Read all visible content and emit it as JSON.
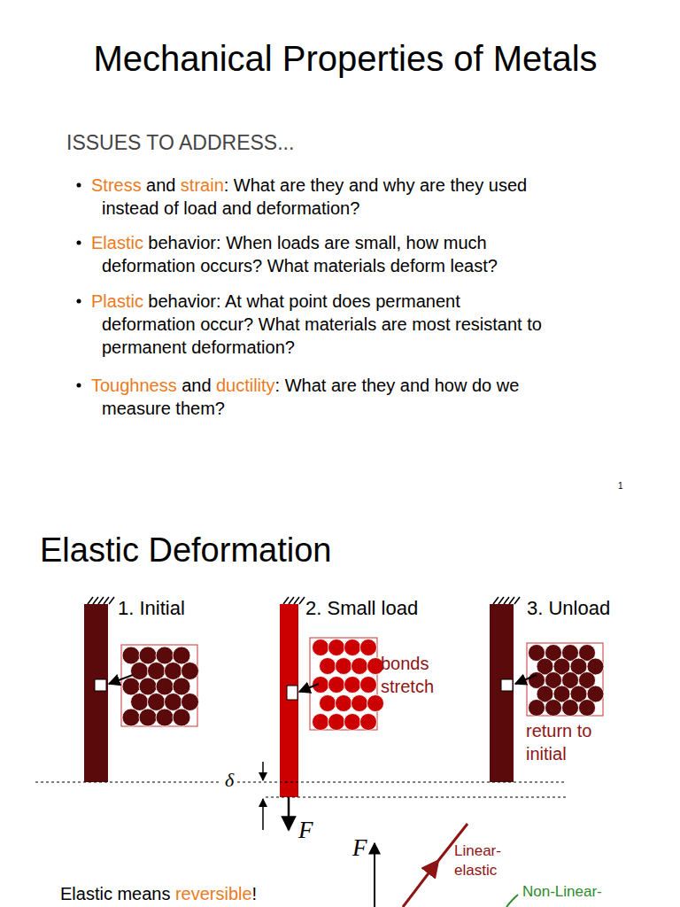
{
  "diagram": {
    "title": "Mechanical Properties of Metals",
    "labels": [
      "ISSUES TO ADDRESS...",
      "Stress",
      "and",
      "strain",
      ": What are they and why are they used instead of load and deformation?",
      "Elastic",
      "behavior: When loads are small, how much deformation occurs? What materials deform least?",
      "Plastic",
      "behavior: At what point does permanent deformation occur? What materials are most resistant to permanent deformation?",
      "Toughness",
      "and",
      "ductility",
      ": What are they and how do we measure them?",
      "1",
      "Elastic Deformation",
      "1. Initial",
      "2. Small load",
      "3. Unload",
      "bonds stretch",
      "return to initial",
      "δ",
      "F",
      "F",
      "Linear-elastic",
      "Non-Linear-",
      "Elastic means",
      "reversible",
      "!"
    ]
  }
}
